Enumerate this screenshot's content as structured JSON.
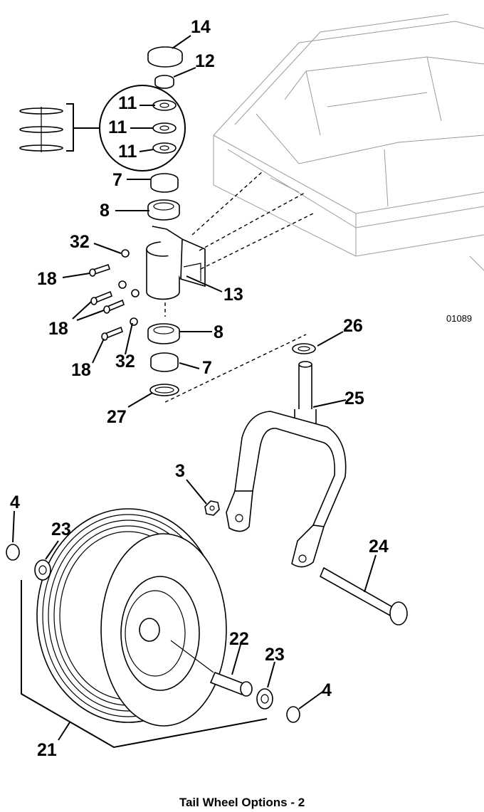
{
  "figure_code": "01089",
  "caption": "Tail Wheel Options - 2",
  "callouts": {
    "c14": "14",
    "c12": "12",
    "c11a": "11",
    "c11b": "11",
    "c11c": "11",
    "c7a": "7",
    "c8a": "8",
    "c32a": "32",
    "c18a": "18",
    "c13": "13",
    "c18b": "18",
    "c18c": "18",
    "c32b": "32",
    "c8b": "8",
    "c7b": "7",
    "c27": "27",
    "c26": "26",
    "c25": "25",
    "c3": "3",
    "c4a": "4",
    "c23a": "23",
    "c24": "24",
    "c22": "22",
    "c23b": "23",
    "c4b": "4",
    "c21": "21"
  }
}
